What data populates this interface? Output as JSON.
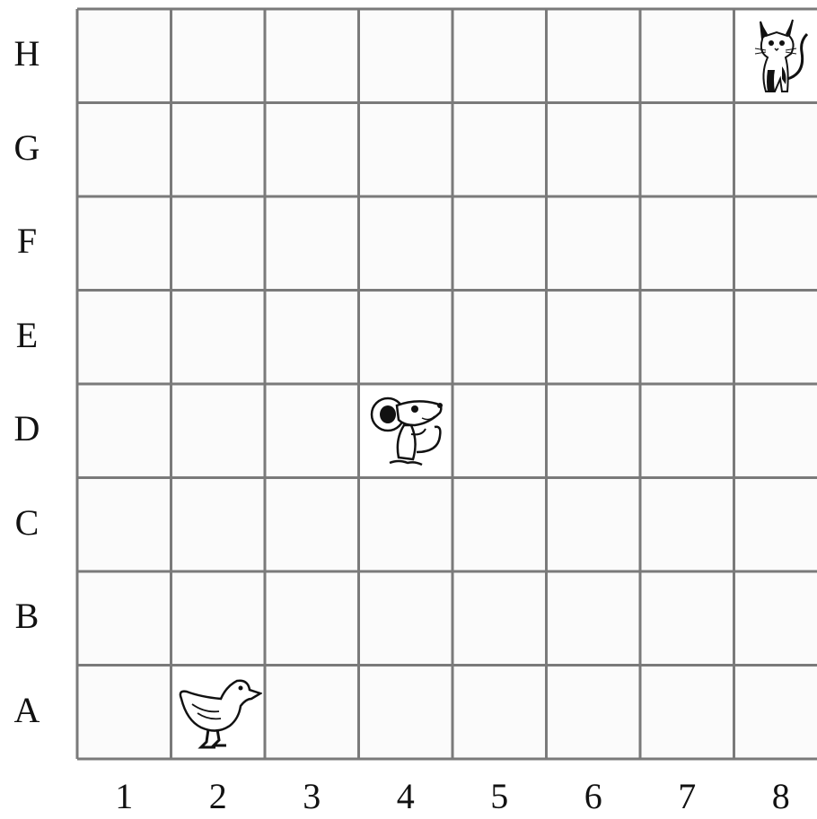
{
  "rows": [
    "H",
    "G",
    "F",
    "E",
    "D",
    "C",
    "B",
    "A"
  ],
  "columns": [
    "1",
    "2",
    "3",
    "4",
    "5",
    "6",
    "7",
    "8"
  ],
  "animals": [
    {
      "name": "cat",
      "row": "H",
      "column": "8"
    },
    {
      "name": "mouse",
      "row": "D",
      "column": "4"
    },
    {
      "name": "duck",
      "row": "A",
      "column": "2"
    }
  ],
  "colors": {
    "grid_line": "#7a7a7a",
    "cell_fill": "#fbfbfb",
    "animal_cell_fill": "#ffffff"
  }
}
